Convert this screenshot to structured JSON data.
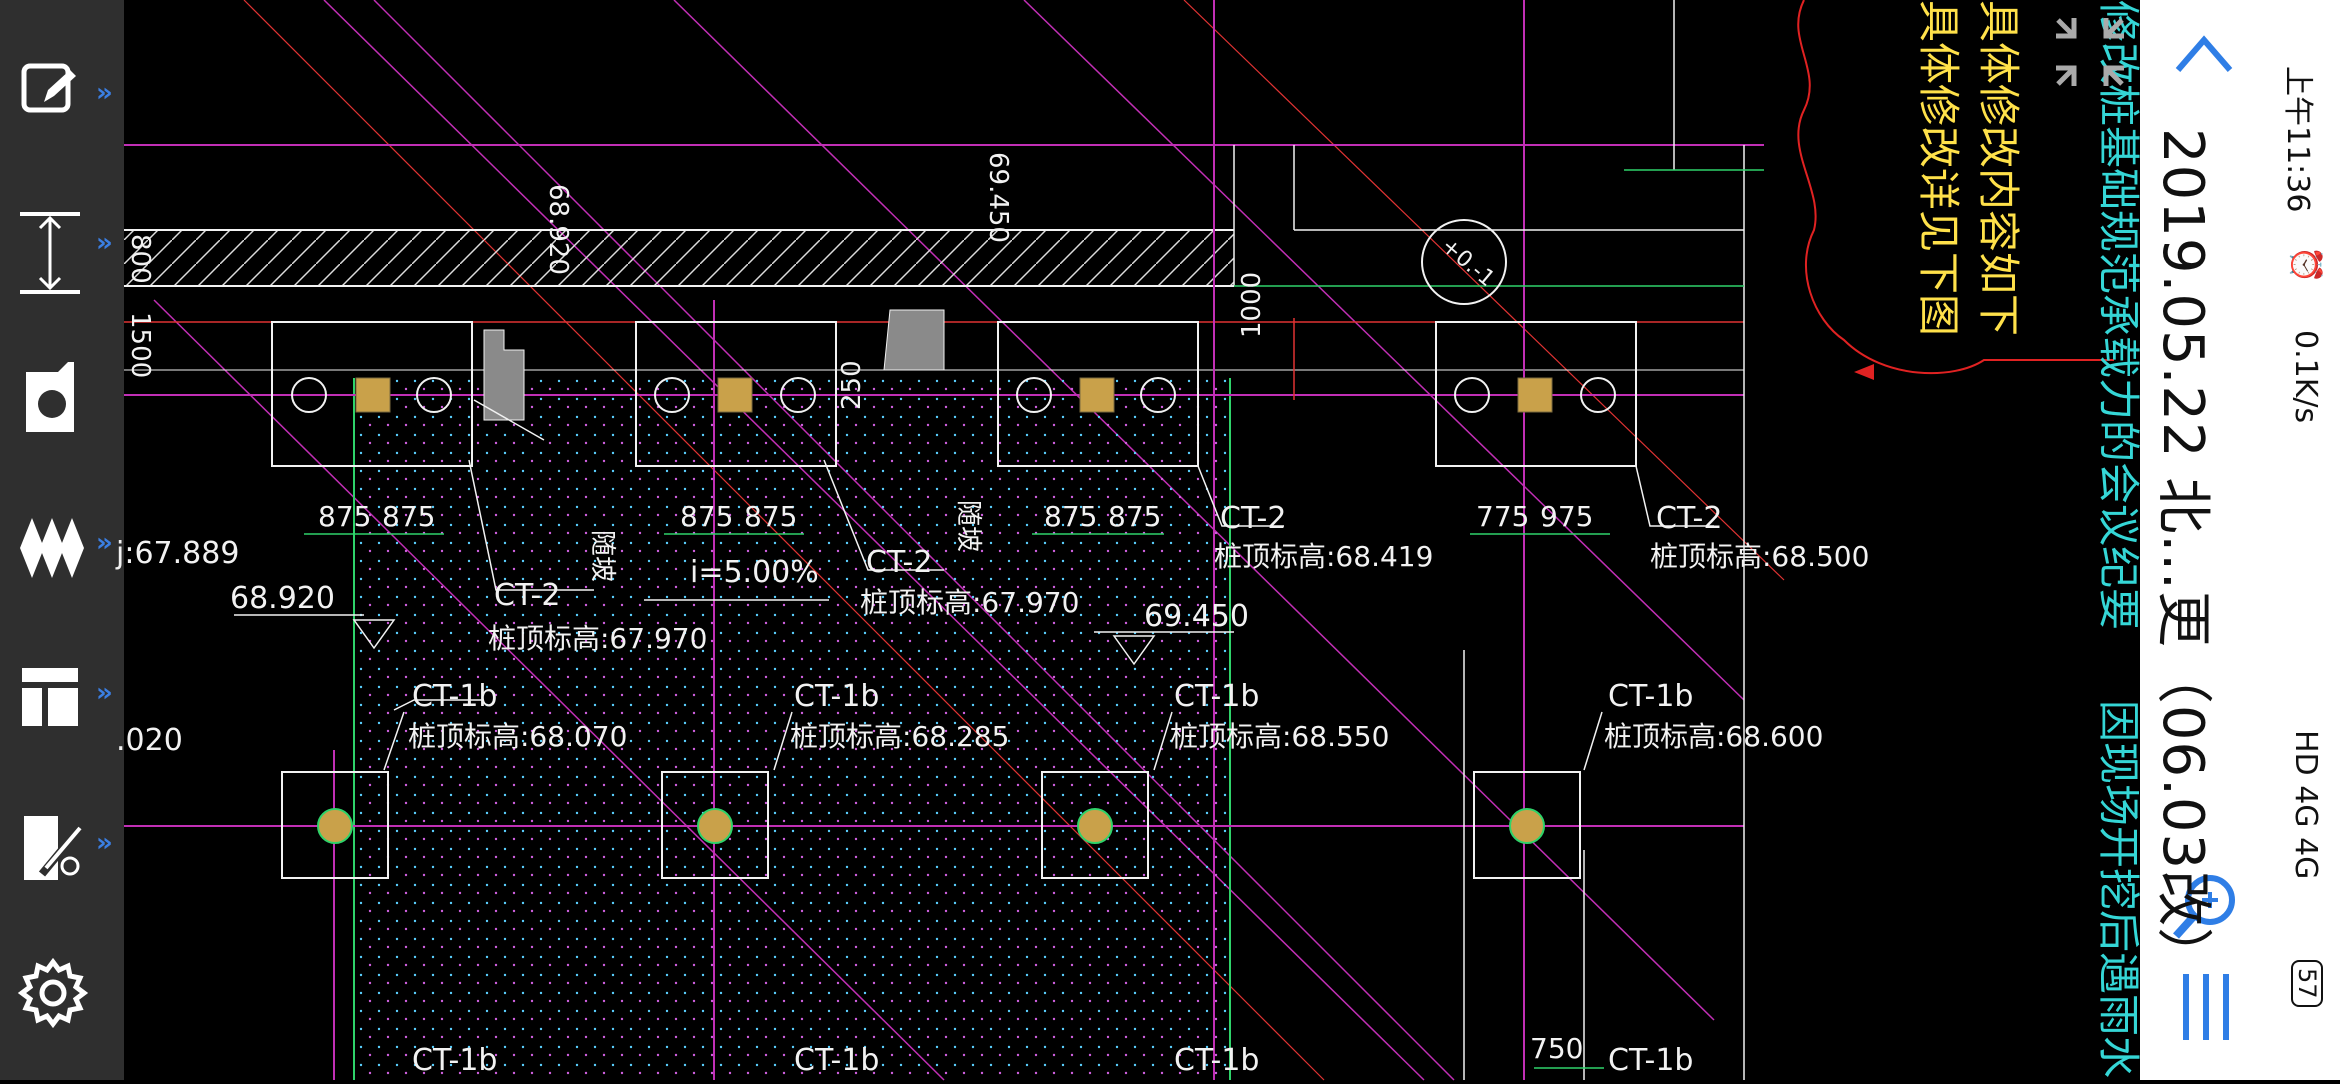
{
  "toolbar": {
    "items": [
      {
        "icon": "edit-pencil-icon",
        "has_expand": true
      },
      {
        "icon": "measure-distance-icon",
        "has_expand": true
      },
      {
        "icon": "camera-icon",
        "has_expand": false
      },
      {
        "icon": "layers-icon",
        "has_expand": true
      },
      {
        "icon": "layout-icon",
        "has_expand": true
      },
      {
        "icon": "tools-icon",
        "has_expand": true
      },
      {
        "icon": "gear-icon",
        "has_expand": false
      }
    ],
    "expand_glyph": "»"
  },
  "drawing": {
    "title": "2019.05.22 北...更（06.03改）",
    "labels": {
      "ct2_a": "CT-2",
      "ct2_a_elev": "桩顶标高:67.970",
      "ct2_b": "CT-2",
      "ct2_b_elev": "桩顶标高:67.970",
      "ct2_c": "CT-2",
      "ct2_c_elev": "桩顶标高:68.419",
      "ct2_d": "CT-2",
      "ct2_d_elev": "桩顶标高:68.500",
      "ct1b_a": "CT-1b",
      "ct1b_a_elev": "桩顶标高:68.070",
      "ct1b_b": "CT-1b",
      "ct1b_b_elev": "桩顶标高:68.285",
      "ct1b_c": "CT-1b",
      "ct1b_c_elev": "桩顶标高:68.550",
      "ct1b_d": "CT-1b",
      "ct1b_d_elev": "桩顶标高:68.600",
      "ct1b_e": "CT-1b",
      "ct1b_f": "CT-1b",
      "ct1b_g": "CT-1b",
      "ct1b_h": "CT-1b",
      "elev_left_cut": "j:67.889",
      "elev_68920": "68.920",
      "elev_69450": "69.450",
      "elev_020": ".020",
      "slope": "i=5.00%",
      "dim_875_1": "875",
      "dim_875_2": "875",
      "dim_875_3": "875",
      "dim_875_4": "875",
      "dim_875_5": "875",
      "dim_875_6": "875",
      "dim_775": "775",
      "dim_975": "975",
      "dim_250": "250",
      "dim_750": "750",
      "dim_1000": "1000",
      "vert_68920": "68.920",
      "vert_69450": "69.450",
      "vert_800": "800",
      "vert_1500": "1500",
      "slope_note_a": "随坡",
      "slope_note_b": "随坡",
      "circle_tag": "+0.-1",
      "note_yellow_1": "具体修改内容如下",
      "note_yellow_2": "具体修改详见下图",
      "note_cyan_1": "修改桩基础规范承载力的会议纪要",
      "note_cyan_2": "因现场开挖后遇雨水"
    }
  },
  "status": {
    "time": "上午11:36",
    "alarm_icon": "alarm-icon",
    "speed": "0.1K/s",
    "network": "HD 4G 4G",
    "battery": "57"
  },
  "right_buttons": {
    "back": "chevron-back-icon",
    "search": "search-icon",
    "menu": "menu-icon",
    "expand": "fullscreen-exit-icon"
  },
  "colors": {
    "toolbar_bg": "#2f2f2f",
    "accent": "#3b7fe3",
    "cad_white": "#f2f2f2",
    "cad_magenta": "#c12fb5",
    "cad_green": "#2fd36a",
    "cad_yellow": "#ffe14a",
    "cad_cyan": "#35d6d6",
    "cad_red": "#e02222"
  }
}
